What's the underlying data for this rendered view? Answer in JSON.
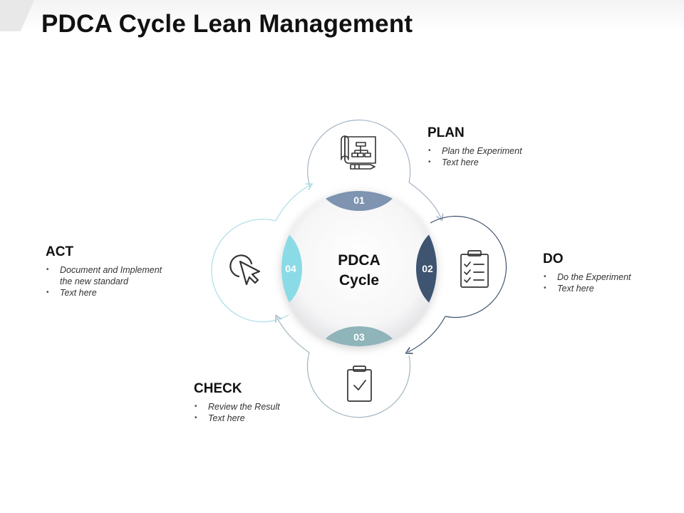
{
  "title": "PDCA Cycle Lean Management",
  "center": {
    "line1": "PDCA",
    "line2": "Cycle"
  },
  "steps": [
    {
      "num": "01",
      "name": "PLAN",
      "icon": "blueprint-icon",
      "color": "#7e94b0",
      "bullets": [
        "Plan the Experiment",
        "Text here"
      ]
    },
    {
      "num": "02",
      "name": "DO",
      "icon": "checklist-icon",
      "color": "#3e5470",
      "bullets": [
        "Do the Experiment",
        "Text here"
      ]
    },
    {
      "num": "03",
      "name": "CHECK",
      "icon": "clipboard-check-icon",
      "color": "#8fb4ba",
      "bullets": [
        "Review  the Result",
        "Text here"
      ]
    },
    {
      "num": "04",
      "name": "ACT",
      "icon": "cursor-pointer-icon",
      "color": "#8adbe6",
      "bullets": [
        "Document and Implement the new  standard",
        "Text here"
      ]
    }
  ],
  "colors": {
    "plan_ring": "#a6b4c6",
    "do_ring": "#40536d",
    "check_ring": "#9fb6bf",
    "act_ring": "#a9dde6",
    "icon": "#333333"
  }
}
